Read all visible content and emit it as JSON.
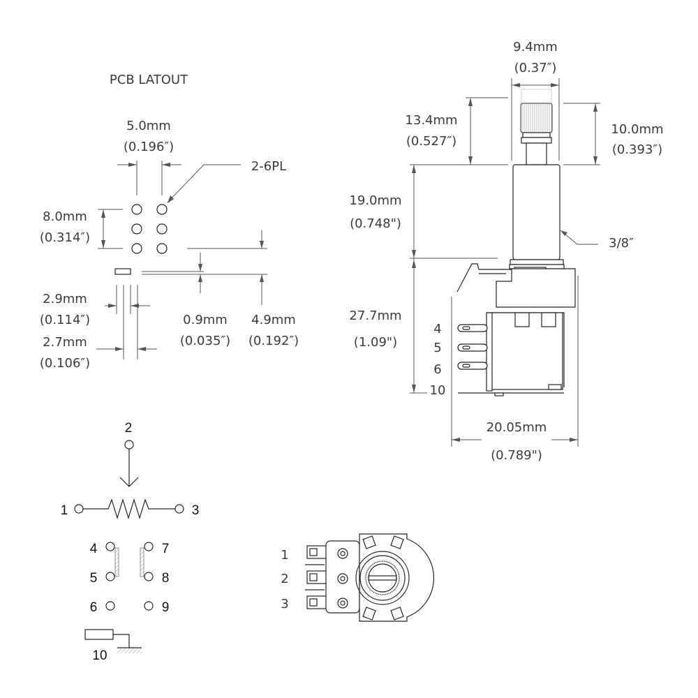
{
  "pcb_layout": {
    "title": "PCB LATOUT",
    "pin_pitch_mm": "5.0mm",
    "pin_pitch_in": "(0.196″)",
    "hole_note": "2-6PL",
    "row_span_mm": "8.0mm",
    "row_span_in": "(0.314″)",
    "slot_length_mm": "2.9mm",
    "slot_length_in": "(0.114″)",
    "slot_offset_mm": "2.7mm",
    "slot_offset_in": "(0.106″)",
    "slot_width_mm": "0.9mm",
    "slot_width_in": "(0.035″)",
    "slot_distance_mm": "4.9mm",
    "slot_distance_in": "(0.192″)"
  },
  "side_view": {
    "shaft_dia_mm": "9.4mm",
    "shaft_dia_in": "(0.37″)",
    "shaft_len_mm": "13.4mm",
    "shaft_len_in": "(0.527″)",
    "knurl_len_mm": "10.0mm",
    "knurl_len_in": "(0.393″)",
    "bushing_len_mm": "19.0mm",
    "bushing_len_in": "(0.748\")",
    "thread_note": "3/8″",
    "body_height_mm": "27.7mm",
    "body_height_in": "(1.09\")",
    "body_width_mm": "20.05mm",
    "body_width_in": "(0.789\")",
    "terminals": [
      "4",
      "5",
      "6",
      "10"
    ]
  },
  "schematic": {
    "pot_pins": [
      "1",
      "2",
      "3"
    ],
    "switch_pins": [
      "4",
      "5",
      "6",
      "7",
      "8",
      "9"
    ],
    "ground_pin": "10"
  },
  "bottom_view": {
    "pins": [
      "1",
      "2",
      "3"
    ]
  }
}
